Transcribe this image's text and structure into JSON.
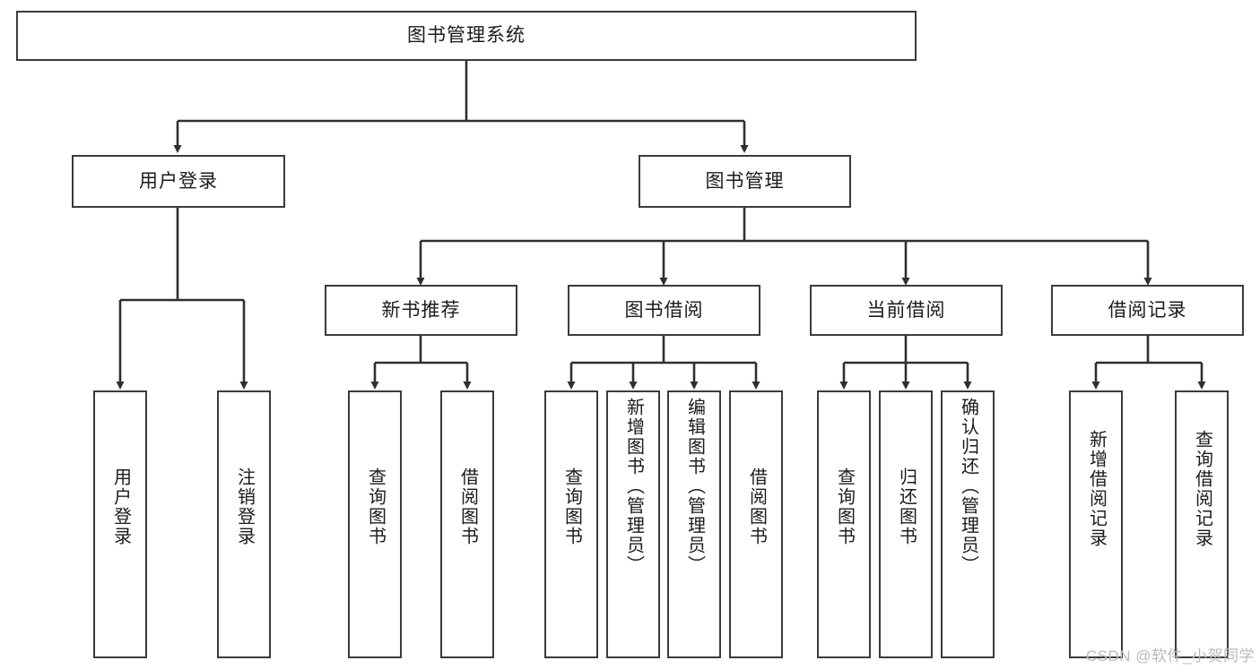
{
  "diagram": {
    "type": "tree-hierarchy-chart",
    "title": "图书管理系统",
    "watermark": "CSDN @软件_小贺同学",
    "colors": {
      "stroke": "#3b3b3b",
      "fill": "#ffffff",
      "text": "#1b1b1b",
      "watermark": "#b9b9b9"
    },
    "root": {
      "label": "图书管理系统"
    },
    "level1": [
      {
        "label": "用户登录"
      },
      {
        "label": "图书管理"
      }
    ],
    "level2": [
      {
        "label": "新书推荐"
      },
      {
        "label": "图书借阅"
      },
      {
        "label": "当前借阅"
      },
      {
        "label": "借阅记录"
      }
    ],
    "leaves": {
      "user_login": [
        {
          "label": "用户登录"
        },
        {
          "label": "注销登录"
        }
      ],
      "new_book": [
        {
          "label": "查询图书"
        },
        {
          "label": "借阅图书"
        }
      ],
      "book_borrow": [
        {
          "label": "查询图书"
        },
        {
          "label": "新增图书（管理员）"
        },
        {
          "label": "编辑图书（管理员）"
        },
        {
          "label": "借阅图书"
        }
      ],
      "current_borrow": [
        {
          "label": "查询图书"
        },
        {
          "label": "归还图书"
        },
        {
          "label": "确认归还（管理员）"
        }
      ],
      "borrow_record": [
        {
          "label": "新增借阅记录"
        },
        {
          "label": "查询借阅记录"
        }
      ]
    }
  }
}
